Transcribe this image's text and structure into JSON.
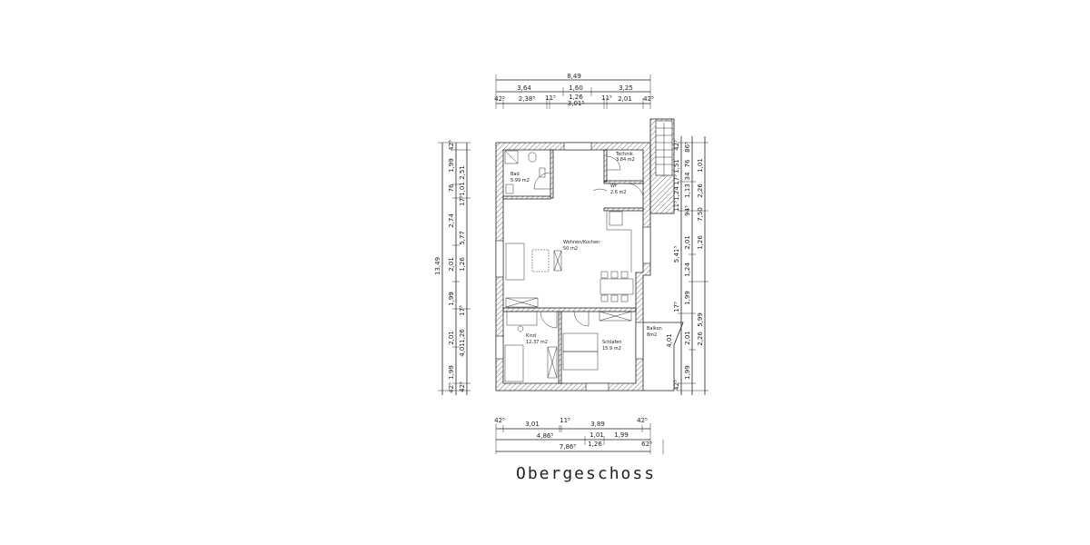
{
  "title": "Obergeschoss",
  "colors": {
    "line": "#222222",
    "background": "#ffffff"
  },
  "rooms": [
    {
      "name": "Bad",
      "area": "5.99 m2"
    },
    {
      "name": "Technik",
      "area": "3.84 m2"
    },
    {
      "name": "WF",
      "area": "2.6 m2"
    },
    {
      "name": "Wohnen/Kochen",
      "area": "50 m2"
    },
    {
      "name": "Kind",
      "area": "12.37 m2"
    },
    {
      "name": "Schlafen",
      "area": "15.9 m2"
    },
    {
      "name": "Balkon",
      "area": "8m2"
    }
  ],
  "dims": {
    "top": [
      "8,49",
      "3,64",
      "1,60",
      "3,25",
      "42⁵",
      "2,38⁵",
      "11⁵",
      "1,26",
      "3,01⁵",
      "11⁵",
      "2,01",
      "42⁵"
    ],
    "left": [
      "13,49",
      "42⁵",
      "1,99",
      "76",
      "2,74",
      "2,01",
      "1,99",
      "2,01",
      "1,99",
      "42⁵",
      "2,51",
      "1,01",
      "17⁵",
      "5,77",
      "1,26",
      "17⁵",
      "1,26",
      "4,01",
      "42⁵"
    ],
    "right": [
      "42⁵",
      "1,51",
      "17⁵",
      "1,24",
      "11⁵",
      "5,41⁵",
      "17⁵",
      "4,01",
      "42⁵",
      "86⁵",
      "76",
      "34",
      "1,13",
      "94⁵",
      "2,01",
      "1,24",
      "1,99",
      "2,01",
      "1,99",
      "1,01",
      "2,26",
      "7,50",
      "1,26",
      "5,99",
      "2,26"
    ],
    "bottom": [
      "42⁵",
      "3,01",
      "11⁵",
      "3,89",
      "42⁵",
      "4,86⁵",
      "1,01",
      "1,99",
      "1,26",
      "7,86⁵",
      "62⁵"
    ]
  }
}
